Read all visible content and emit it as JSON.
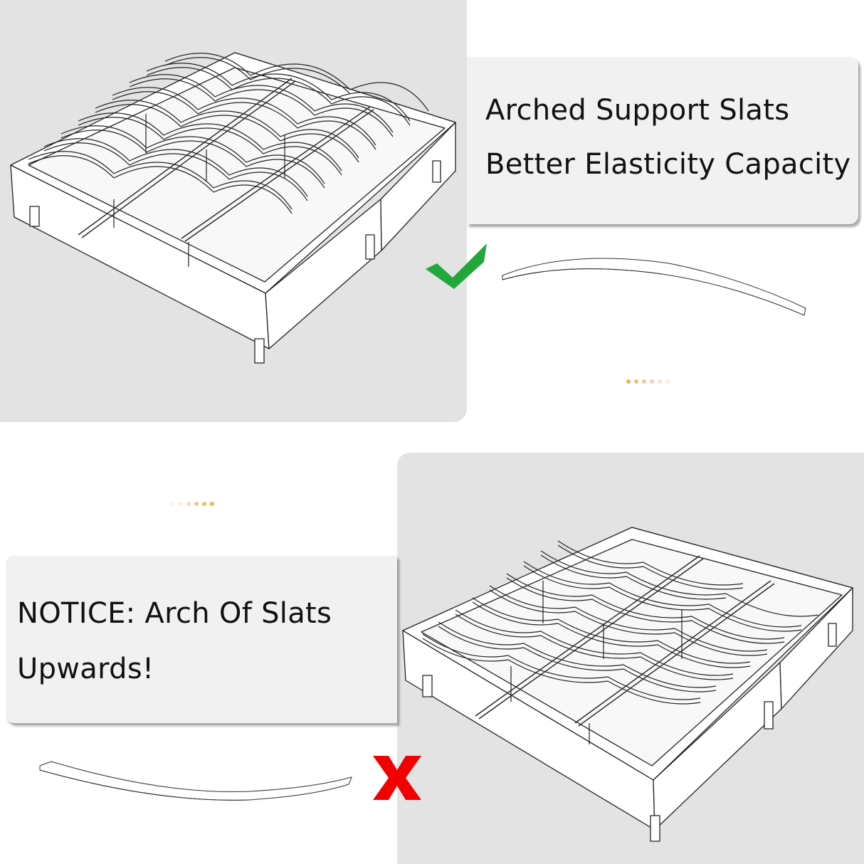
{
  "top_section": {
    "caption": {
      "line1": "Arched Support Slats",
      "line2": "Better Elasticity Capacity"
    },
    "indicator_icon": "check-icon",
    "indicator_color": "#22a83a",
    "illustration": "bed-frame-arched-slats-upward",
    "slat_illustration": "slat-arched-upward",
    "pager_dots": [
      "#f0b24a",
      "#f1be6a",
      "#f1c887",
      "#f3d2b0",
      "#f4e6d4",
      "#f6efe6",
      "#f8f5f0"
    ]
  },
  "bottom_section": {
    "caption": {
      "line1": "NOTICE: Arch Of Slats",
      "line2": "Upwards!"
    },
    "indicator_icon": "x-cross-icon",
    "indicator_color": "#f20000",
    "illustration": "bed-frame-arched-slats-downward",
    "slat_illustration": "slat-arched-downward",
    "pager_dots": [
      "#f8f5f0",
      "#f6efe6",
      "#f3d9bc",
      "#f1c887",
      "#f1be6a",
      "#f0b24a"
    ]
  },
  "colors": {
    "panel_gray": "#e3e3e3",
    "caption_bg": "#f1f1f1",
    "text": "#111111"
  }
}
